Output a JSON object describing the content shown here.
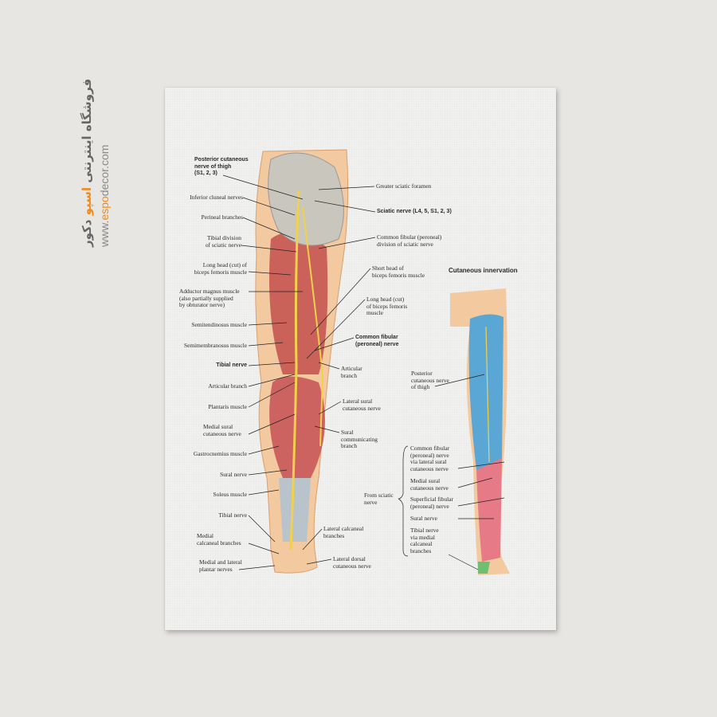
{
  "brand": {
    "fa_pre": "فروشگاه اینترنتی ",
    "fa_accent": "اسپو",
    "fa_post": " دکور",
    "web_pre": "www.",
    "web_accent": "espo",
    "web_post": "decor.com",
    "accent_color": "#f08a1c"
  },
  "left_labels": [
    "Posterior cutaneous\nnerve of thigh\n(S1, 2, 3)",
    "Inferior cluneal nerves",
    "Perineal branches",
    "Tibial division\nof sciatic nerve",
    "Long head (cut) of\nbiceps femoris muscle",
    "Adductor magnus muscle\n(also partially supplied\nby obturator nerve)",
    "Semitendinosus muscle",
    "Semimembranosus muscle",
    "Tibial nerve",
    "Articular branch",
    "Plantaris muscle",
    "Medial sural\ncutaneous nerve",
    "Gastrocnemius muscle",
    "Sural nerve",
    "Soleus muscle",
    "Tibial nerve",
    "Medial\ncalcaneal branches",
    "Medial and lateral\nplantar nerves"
  ],
  "right_labels": [
    "Greater sciatic foramen",
    "Sciatic nerve (L4, 5, S1, 2, 3)",
    "Common fibular (peroneal)\ndivision of sciatic nerve",
    "Short head of\nbiceps femoris muscle",
    "Long head (cut)\nof biceps femoris\nmuscle",
    "Common fibular\n(peroneal) nerve",
    "Articular\nbranch",
    "Lateral sural\ncutaneous nerve",
    "Sural\ncommunicating\nbranch",
    "Lateral calcaneal\nbranches",
    "Lateral dorsal\ncutaneous nerve"
  ],
  "cutaneous": {
    "title": "Cutaneous innervation",
    "posterior": "Posterior\ncutaneous nerve\nof thigh",
    "from_sciatic": "From sciatic\nnerve",
    "items": [
      "Common fibular\n(peroneal) nerve\nvia lateral sural\ncutaneous nerve",
      "Medial sural\ncutaneous nerve",
      "Superficial fibular\n(peroneal) nerve",
      "Sural nerve",
      "Tibial nerve\nvia medial\ncalcaneal\nbranches"
    ],
    "colors": {
      "posterior": "#5aa7d6",
      "sciatic": "#e67a86",
      "tibial": "#6fbf73",
      "skin": "#f3c9a0"
    }
  }
}
